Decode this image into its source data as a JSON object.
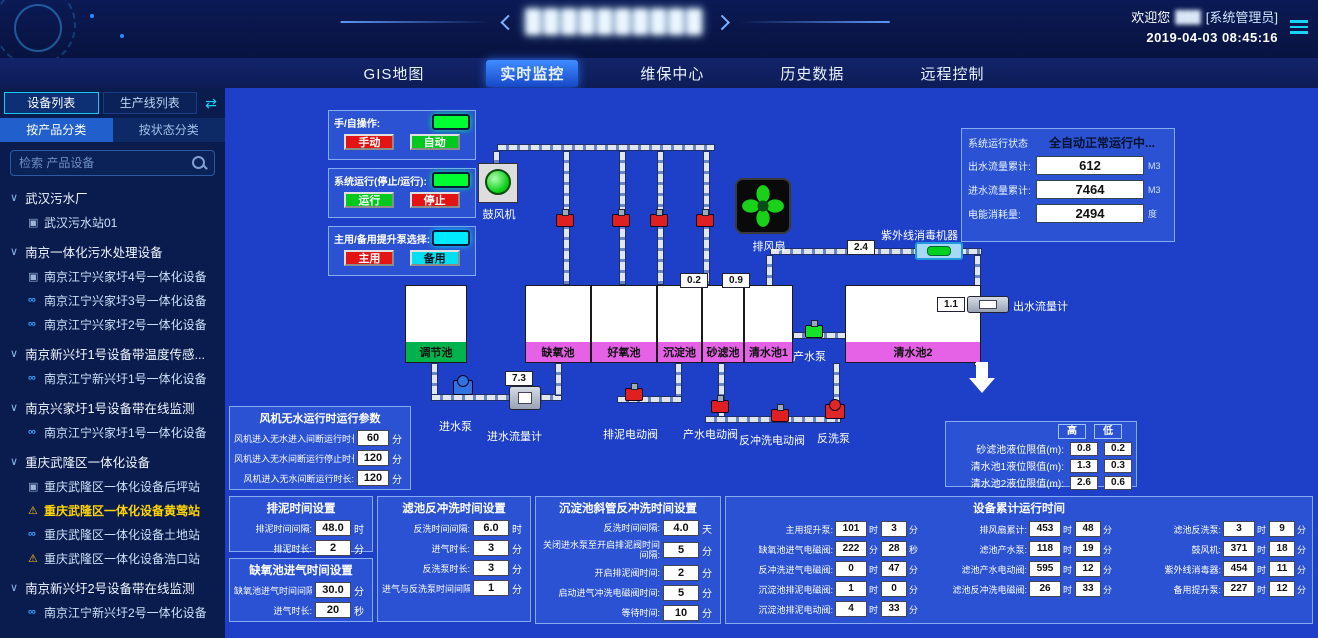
{
  "header": {
    "title_masked": "██████████",
    "welcome": "欢迎您",
    "username_masked": "███",
    "role": "[系统管理员]",
    "datetime": "2019-04-03 08:45:16"
  },
  "nav": {
    "items": [
      {
        "label": "GIS地图"
      },
      {
        "label": "实时监控",
        "state": "active"
      },
      {
        "label": "维保中心"
      },
      {
        "label": "历史数据"
      },
      {
        "label": "远程控制"
      }
    ]
  },
  "sidebar": {
    "tab_device_list": "设备列表",
    "tab_line_list": "生产线列表",
    "tab_by_product": "按产品分类",
    "tab_by_status": "按状态分类",
    "search_placeholder": "检索 产品设备",
    "tree_rows": [
      {
        "type": "group",
        "label": "武汉污水厂"
      },
      {
        "type": "item",
        "icon": "device",
        "label": "武汉污水站01"
      },
      {
        "type": "group",
        "label": "南京一体化污水处理设备"
      },
      {
        "type": "item",
        "icon": "device",
        "label": "南京江宁兴家圩4号一体化设备"
      },
      {
        "type": "item",
        "icon": "link",
        "label": "南京江宁兴家圩3号一体化设备"
      },
      {
        "type": "item",
        "icon": "link",
        "label": "南京江宁兴家圩2号一体化设备"
      },
      {
        "type": "group",
        "label": "南京新兴圩1号设备带温度传感..."
      },
      {
        "type": "item",
        "icon": "link",
        "label": "南京江宁新兴圩1号一体化设备"
      },
      {
        "type": "group",
        "label": "南京兴家圩1号设备带在线监测"
      },
      {
        "type": "item",
        "icon": "link",
        "label": "南京江宁兴家圩1号一体化设备"
      },
      {
        "type": "group",
        "label": "重庆武隆区一体化设备"
      },
      {
        "type": "item",
        "icon": "device",
        "label": "重庆武隆区一体化设备后坪站"
      },
      {
        "type": "item",
        "icon": "warn",
        "state": "alarm",
        "label": "重庆武隆区一体化设备黄莺站"
      },
      {
        "type": "item",
        "icon": "link",
        "label": "重庆武隆区一体化设备土地站"
      },
      {
        "type": "item",
        "icon": "warn",
        "label": "重庆武隆区一体化设备浩口站"
      },
      {
        "type": "group",
        "label": "南京新兴圩2号设备带在线监测"
      },
      {
        "type": "item",
        "icon": "link",
        "label": "南京江宁新兴圩2号一体化设备"
      }
    ]
  },
  "scada": {
    "controls": [
      {
        "label": "手/自操作:",
        "led": "green",
        "btn1": {
          "label": "手动"
        },
        "btn2": {
          "label": "自动"
        }
      },
      {
        "label": "系统运行(停止/运行):",
        "led": "green",
        "btn1": {
          "label": "运行"
        },
        "btn2": {
          "label": "停止"
        }
      },
      {
        "label": "主用/备用提升泵选择:",
        "led": "cyan",
        "btn1": {
          "label": "主用"
        },
        "btn2": {
          "label": "备用"
        }
      }
    ],
    "status": {
      "state_label": "系统运行状态",
      "state_value": "全自动正常运行中...",
      "rows": [
        {
          "label": "出水流量累计:",
          "value": "612",
          "unit": "M3"
        },
        {
          "label": "进水流量累计:",
          "value": "7464",
          "unit": "M3"
        },
        {
          "label": "电能消耗量:",
          "value": "2494",
          "unit": "度"
        }
      ]
    },
    "tanks": [
      {
        "name": "调节池"
      },
      {
        "name": "缺氧池"
      },
      {
        "name": "好氧池"
      },
      {
        "name": "沉淀池"
      },
      {
        "name": "砂滤池"
      },
      {
        "name": "清水池1"
      },
      {
        "name": "清水池2"
      }
    ],
    "devices": {
      "blower": "鼓风机",
      "fan": "排风扇",
      "inlet_pump": "进水泵",
      "inlet_flowmeter": "进水流量计",
      "sludge_valve": "排泥电动阀",
      "prod_valve": "产水电动阀",
      "prod_pump": "产水泵",
      "backwash_valve": "反冲洗电动阀",
      "backwash_pump": "反洗泵",
      "uv": "紫外线消毒机器",
      "outlet_flowmeter": "出水流量计"
    },
    "pipe_values": {
      "inlet": "7.3",
      "sediment_top": "0.2",
      "filter_top": "0.9",
      "clean2_top": "2.4",
      "outlet": "1.1"
    },
    "level_limits": {
      "high": "高",
      "low": "低",
      "rows": [
        {
          "label": "砂滤池液位限值(m):",
          "high": "0.8",
          "low": "0.2"
        },
        {
          "label": "清水池1液位限值(m):",
          "high": "1.3",
          "low": "0.3"
        },
        {
          "label": "清水池2液位限值(m):",
          "high": "2.6",
          "low": "0.6"
        }
      ]
    },
    "panels": {
      "fan_nowater": {
        "title": "风机无水运行时运行参数",
        "rows": [
          {
            "label": "风机进入无水进入间断运行时长:",
            "value": "60",
            "unit": "分"
          },
          {
            "label": "风机进入无水间断运行停止时长:",
            "value": "120",
            "unit": "分"
          },
          {
            "label": "风机进入无水间断运行时长:",
            "value": "120",
            "unit": "分"
          }
        ]
      },
      "sludge": {
        "title": "排泥时间设置",
        "rows": [
          {
            "label": "排泥时间间隔:",
            "value": "48.0",
            "unit": "时"
          },
          {
            "label": "排泥时长:",
            "value": "2",
            "unit": "分"
          }
        ]
      },
      "anoxic": {
        "title": "缺氧池进气时间设置",
        "rows": [
          {
            "label": "缺氧池进气时间间隔:",
            "value": "30.0",
            "unit": "分"
          },
          {
            "label": "进气时长:",
            "value": "20",
            "unit": "秒"
          }
        ]
      },
      "filter_backwash": {
        "title": "滤池反冲洗时间设置",
        "rows": [
          {
            "label": "反洗时间间隔:",
            "value": "6.0",
            "unit": "时"
          },
          {
            "label": "进气时长:",
            "value": "3",
            "unit": "分"
          },
          {
            "label": "反洗泵时长:",
            "value": "3",
            "unit": "分"
          },
          {
            "label": "进气与反洗泵时间间隔:",
            "value": "1",
            "unit": "分"
          }
        ]
      },
      "sediment_backwash": {
        "title": "沉淀池斜管反冲洗时间设置",
        "rows": [
          {
            "label": "反洗时间间隔:",
            "value": "4.0",
            "unit": "天"
          },
          {
            "label": "关闭进水泵至开启排泥阀时间间隔:",
            "value": "5",
            "unit": "分"
          },
          {
            "label": "开启排泥阀时间:",
            "value": "2",
            "unit": "分"
          },
          {
            "label": "启动进气冲洗电磁阀时间:",
            "value": "5",
            "unit": "分"
          },
          {
            "label": "等待时间:",
            "value": "10",
            "unit": "分"
          }
        ]
      }
    },
    "runtime": {
      "title": "设备累计运行时间",
      "cols": [
        [
          {
            "label": "主用提升泵:",
            "v1": "101",
            "u1": "时",
            "v2": "3",
            "u2": "分"
          },
          {
            "label": "缺氧池进气电磁阀:",
            "v1": "222",
            "u1": "分",
            "v2": "28",
            "u2": "秒"
          },
          {
            "label": "反冲洗进气电磁阀:",
            "v1": "0",
            "u1": "时",
            "v2": "47",
            "u2": "分"
          },
          {
            "label": "沉淀池排泥电磁阀:",
            "v1": "1",
            "u1": "时",
            "v2": "0",
            "u2": "分"
          },
          {
            "label": "沉淀池排泥电动阀:",
            "v1": "4",
            "u1": "时",
            "v2": "33",
            "u2": "分"
          }
        ],
        [
          {
            "label": "排风扇累计:",
            "v1": "453",
            "u1": "时",
            "v2": "48",
            "u2": "分"
          },
          {
            "label": "滤池产水泵:",
            "v1": "118",
            "u1": "时",
            "v2": "19",
            "u2": "分"
          },
          {
            "label": "滤池产水电动阀:",
            "v1": "595",
            "u1": "时",
            "v2": "12",
            "u2": "分"
          },
          {
            "label": "滤池反冲洗电磁阀:",
            "v1": "26",
            "u1": "时",
            "v2": "33",
            "u2": "分"
          }
        ],
        [
          {
            "label": "滤池反洗泵:",
            "v1": "3",
            "u1": "时",
            "v2": "9",
            "u2": "分"
          },
          {
            "label": "鼓风机:",
            "v1": "371",
            "u1": "时",
            "v2": "18",
            "u2": "分"
          },
          {
            "label": "紫外线消毒器:",
            "v1": "454",
            "u1": "时",
            "v2": "11",
            "u2": "分"
          },
          {
            "label": "备用提升泵:",
            "v1": "227",
            "u1": "时",
            "v2": "12",
            "u2": "分"
          }
        ]
      ]
    }
  }
}
